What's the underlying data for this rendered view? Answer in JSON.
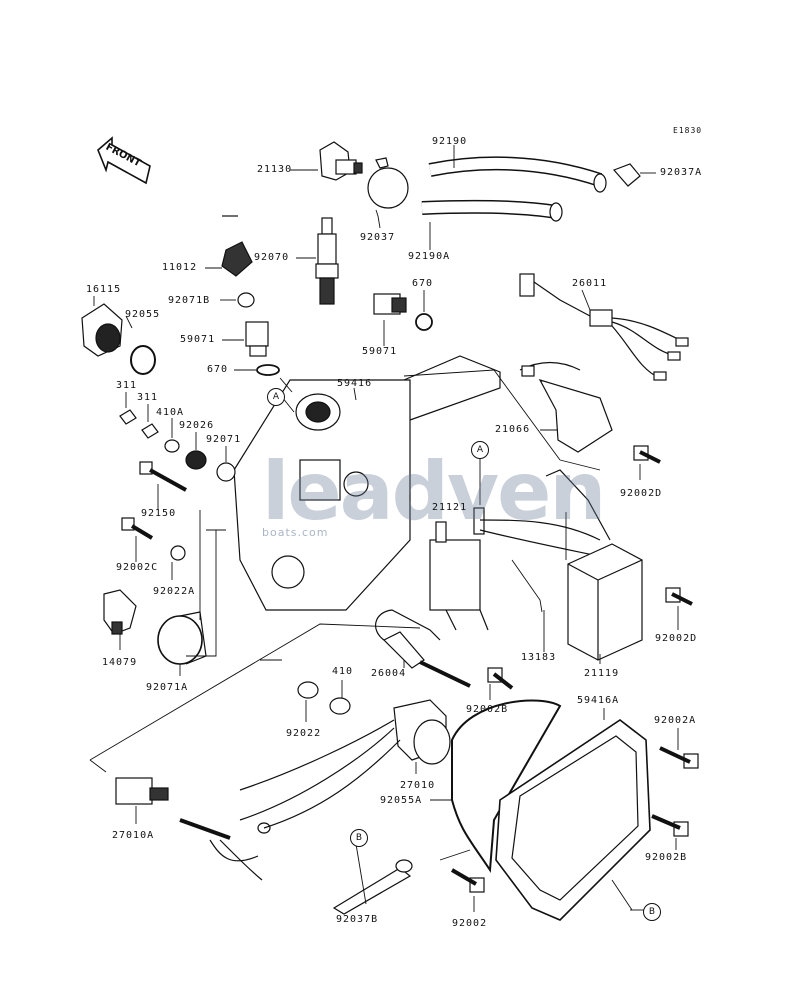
{
  "diagram_code": "E1830",
  "front_label": "FRONT",
  "watermark": {
    "main": "leadven",
    "sub": "boats.com"
  },
  "refs": {
    "a": "A",
    "b": "B"
  },
  "parts": [
    "92190",
    "21130",
    "92037A",
    "92037",
    "92190A",
    "11012",
    "92070",
    "16115",
    "92055",
    "92071B",
    "670",
    "59071",
    "26011",
    "59416",
    "311",
    "410A",
    "92026",
    "92071",
    "21066",
    "92002D",
    "21121",
    "92150",
    "92002C",
    "92022A",
    "14079",
    "13183",
    "92071A",
    "26004",
    "410",
    "21119",
    "92022",
    "92002B",
    "59416A",
    "92002A",
    "27010",
    "92055A",
    "27010A",
    "92037B",
    "92002"
  ]
}
